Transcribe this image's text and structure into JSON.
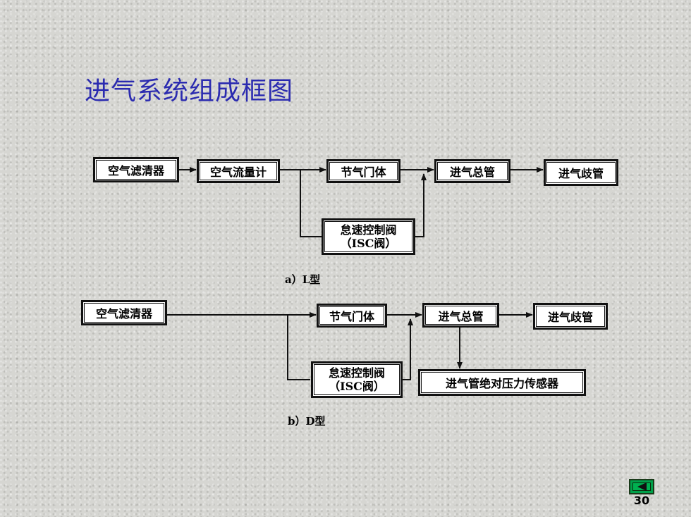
{
  "slide": {
    "title": "进气系统组成框图",
    "page_number": "30"
  },
  "diagram_l": {
    "caption": "a）L型",
    "air_filter": "空气滤清器",
    "airflow_meter": "空气流量计",
    "throttle_body": "节气门体",
    "intake_plenum": "进气总管",
    "intake_manifold": "进气歧管",
    "isc_valve_line1": "怠速控制阀",
    "isc_valve_line2": "（ISC阀）"
  },
  "diagram_d": {
    "caption": "b）D型",
    "air_filter": "空气滤清器",
    "throttle_body": "节气门体",
    "intake_plenum": "进气总管",
    "intake_manifold": "进气歧管",
    "isc_valve_line1": "怠速控制阀",
    "isc_valve_line2": "（ISC阀）",
    "map_sensor": "进气管绝对压力传感器"
  },
  "colors": {
    "title": "#2b2bb0",
    "nav_button": "#00b050"
  },
  "icons": {
    "nav_back": "triangle-left-icon"
  }
}
